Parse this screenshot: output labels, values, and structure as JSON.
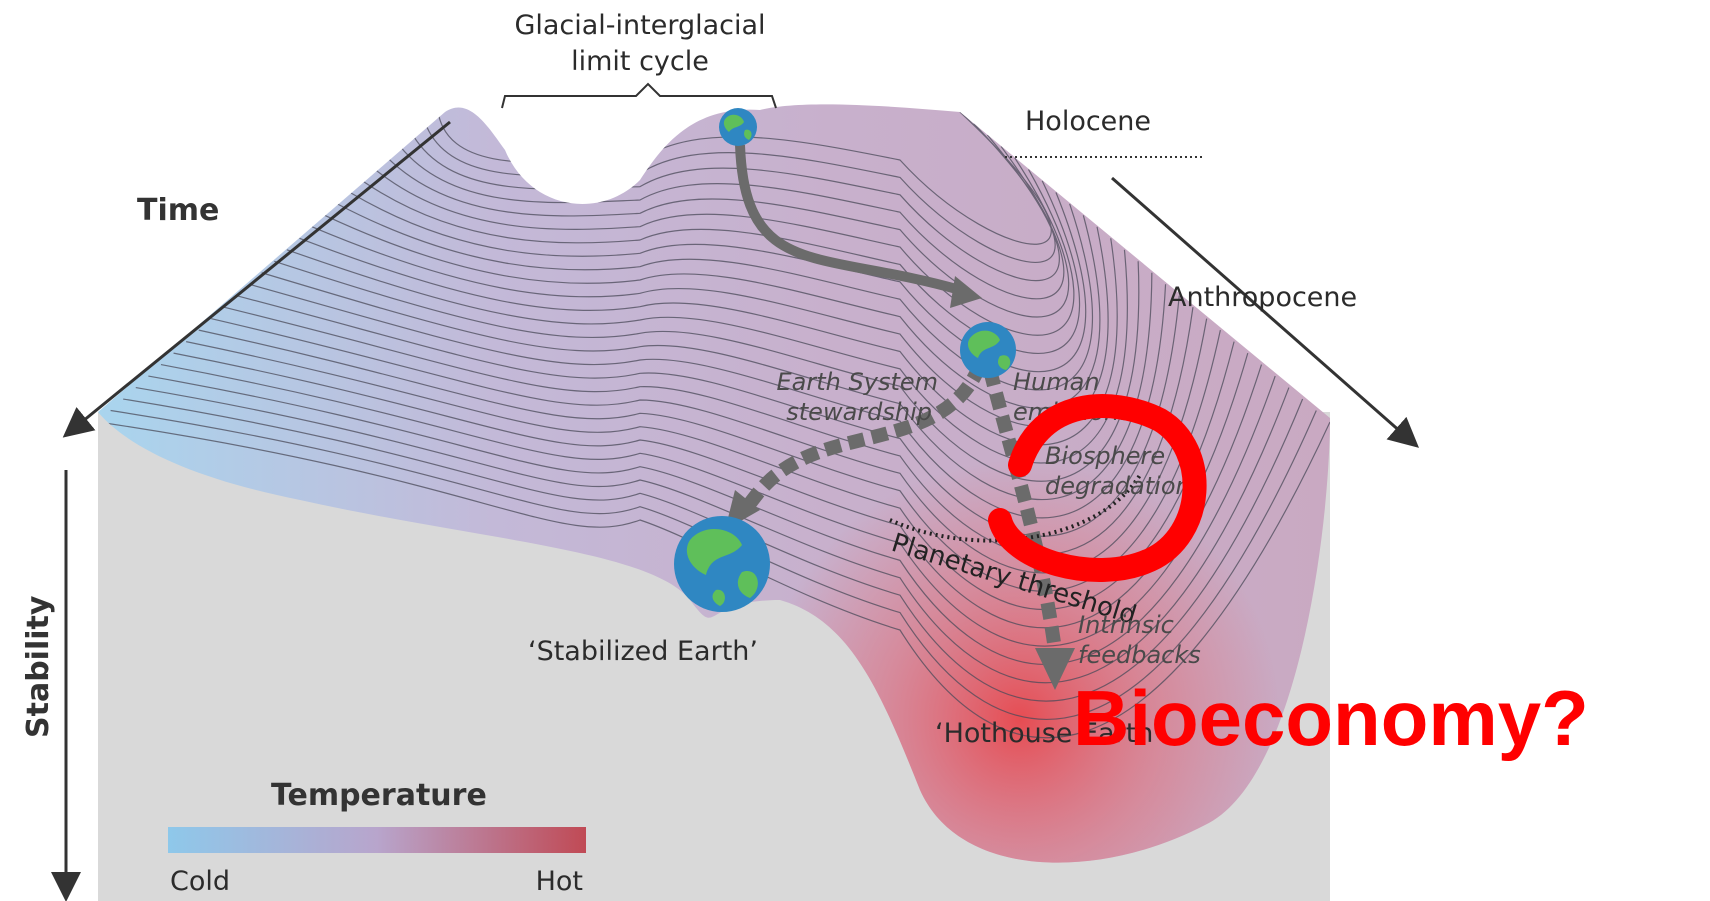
{
  "labels": {
    "glacial_line1": "Glacial-interglacial",
    "glacial_line2": "limit cycle",
    "holocene": "Holocene",
    "time": "Time",
    "anthropocene": "Anthropocene",
    "stability": "Stability",
    "earth_system_line1": "Earth System",
    "earth_system_line2": "stewardship",
    "human_line1": "Human",
    "human_line2": "emissions",
    "biosphere_line1": "Biosphere",
    "biosphere_line2": "degradation",
    "planetary_threshold": "Planetary threshold",
    "intrinsic_line1": "Intrinsic",
    "intrinsic_line2": "feedbacks",
    "stabilized_earth": "‘Stabilized Earth’",
    "hothouse_earth": "‘Hothouse Earth’",
    "overlay_text": "Bioeconomy?"
  },
  "legend": {
    "title": "Temperature",
    "cold": "Cold",
    "hot": "Hot",
    "cold_color": "#8ec8ea",
    "mid_color": "#b8a5cc",
    "hot_color": "#c04a55"
  },
  "colors": {
    "overlay": "#ff0000",
    "arrow": "#555555",
    "path_arrow": "#6b6b6b",
    "backdrop": "#d9d9d9"
  }
}
